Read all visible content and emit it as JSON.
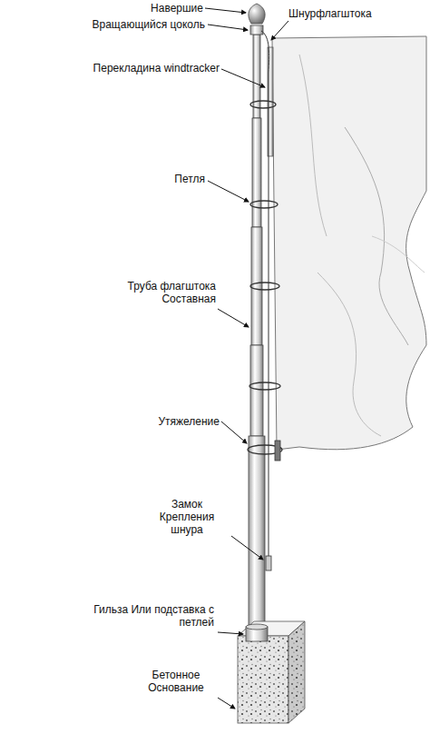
{
  "diagram": {
    "labels": [
      "Навершие",
      "Вращающийся цоколь",
      "Шнурфлагштока",
      "Перекладина windtracker",
      "Петля",
      "Труба флагштока Составная",
      "Утяжеление",
      "Замок Крепления шнура",
      "Гильза Или подставка с петлей",
      "Бетонное Основание"
    ]
  }
}
